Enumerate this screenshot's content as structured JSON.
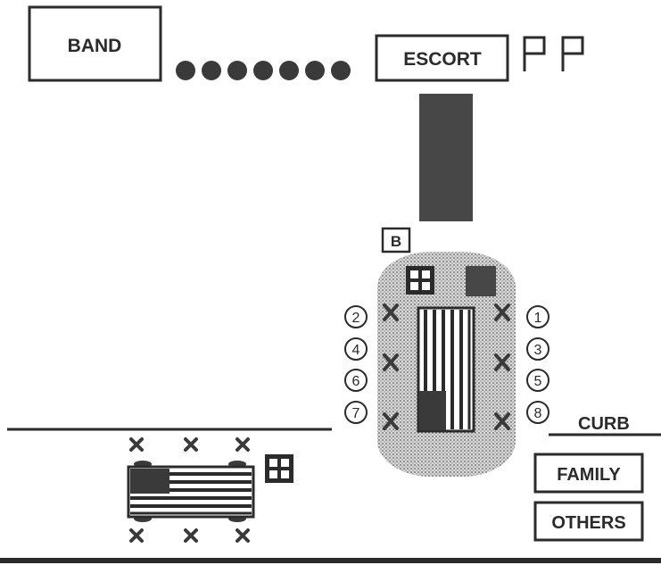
{
  "labels": {
    "band": "BAND",
    "escort": "ESCORT",
    "bearer": "B",
    "curb": "CURB",
    "family": "FAMILY",
    "others": "OTHERS"
  },
  "pallbearers": {
    "left": [
      "2",
      "4",
      "6",
      "7"
    ],
    "right": [
      "1",
      "3",
      "5",
      "8"
    ]
  },
  "icons": {
    "marcher": "dot-icon",
    "flag": "flag-icon",
    "pallbearer_position": "x-mark-icon",
    "numbered_position": "circled-number-icon"
  },
  "colors": {
    "ink": "#2b2b2b",
    "fill": "#4a4a4a",
    "stipple": "#d2d2d2"
  }
}
